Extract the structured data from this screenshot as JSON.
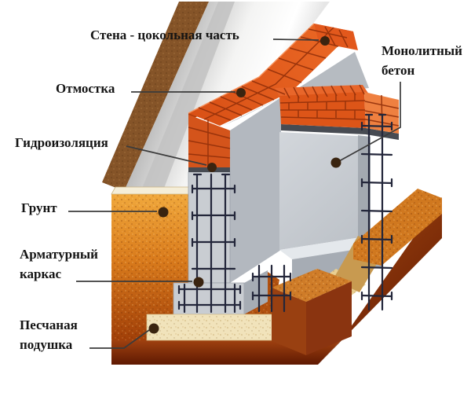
{
  "diagram": {
    "type": "construction-cross-section",
    "subject": "strip foundation with basement brick wall",
    "labels": {
      "wall": "Стена - цокольная часть",
      "concrete": "Монолитный бетон",
      "blind_area": "Отмостка",
      "waterproofing": "Гидроизоляция",
      "soil": "Грунт",
      "rebar": "Арматурный каркас",
      "sand": "Песчаная подушка"
    },
    "colors": {
      "brick": "#e2581c",
      "brick_light": "#ef8040",
      "mortar": "#93300a",
      "concrete": "#c9cdd2",
      "concrete_shadow": "#a6acb4",
      "soil_top": "#eda43a",
      "soil_deep": "#8a3208",
      "ground_front": "#a54511",
      "ground_surface_brown": "#855428",
      "sand": "#f1e3bb",
      "sand_trench": "#e9cf92",
      "rebar": "#23263a",
      "waterproofing": "#474b52",
      "blind_area_gray": "#c2c2c2",
      "text": "#141414",
      "leader": "#3b3b3b",
      "dot": "#3a2410"
    }
  }
}
